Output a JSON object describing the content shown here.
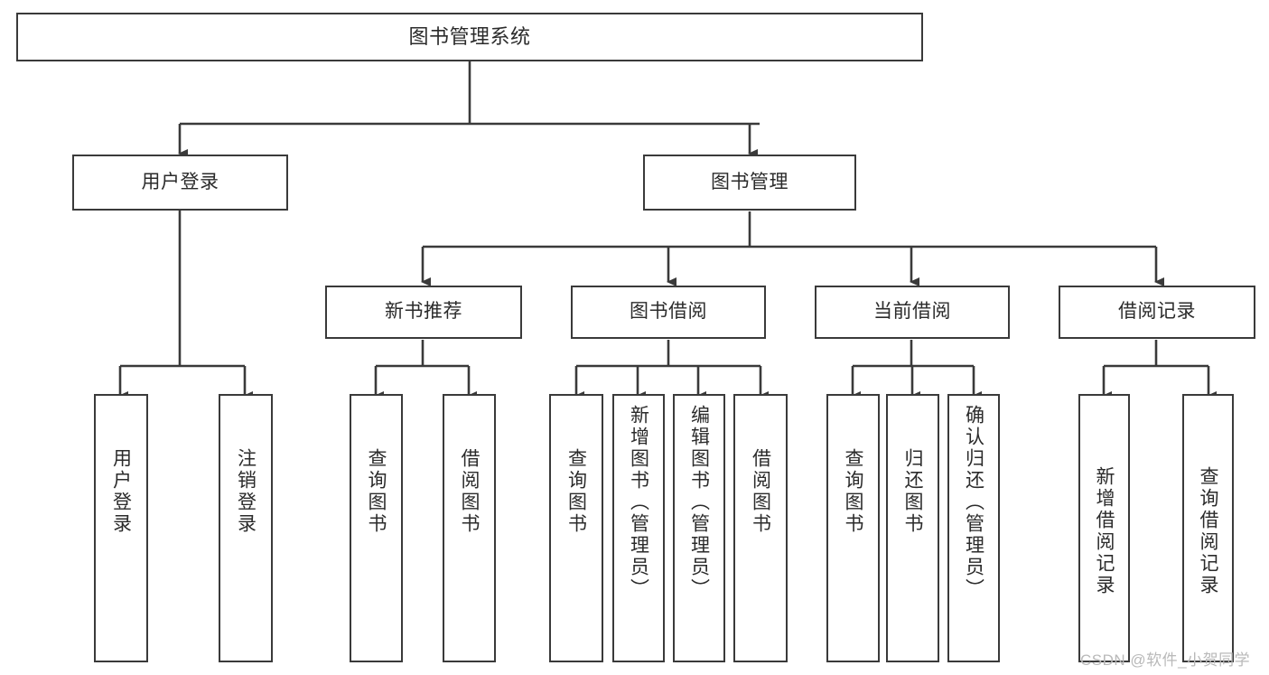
{
  "diagram": {
    "type": "tree-hierarchy-diagram",
    "title": "图书管理系统",
    "background_color": "#ffffff",
    "line_color": "#3a3a3a",
    "text_color": "#2b2b2b",
    "levels": 4
  },
  "nodes": {
    "root": {
      "label": "图书管理系统"
    },
    "level2": [
      {
        "label": "用户登录"
      },
      {
        "label": "图书管理"
      }
    ],
    "level3": [
      {
        "label": "新书推荐"
      },
      {
        "label": "图书借阅"
      },
      {
        "label": "当前借阅"
      },
      {
        "label": "借阅记录"
      }
    ],
    "leaves_user_login": [
      {
        "label": "用户登录"
      },
      {
        "label": "注销登录"
      }
    ],
    "leaves_new_books": [
      {
        "label": "查询图书"
      },
      {
        "label": "借阅图书"
      }
    ],
    "leaves_borrow": [
      {
        "label": "查询图书"
      },
      {
        "label": "新增图书（管理员）"
      },
      {
        "label": "编辑图书（管理员）"
      },
      {
        "label": "借阅图书"
      }
    ],
    "leaves_current": [
      {
        "label": "查询图书"
      },
      {
        "label": "归还图书"
      },
      {
        "label": "确认归还（管理员）"
      }
    ],
    "leaves_records": [
      {
        "label": "新增借阅记录"
      },
      {
        "label": "查询借阅记录"
      }
    ]
  },
  "watermark": {
    "text": "CSDN @软件_小贺同学"
  }
}
